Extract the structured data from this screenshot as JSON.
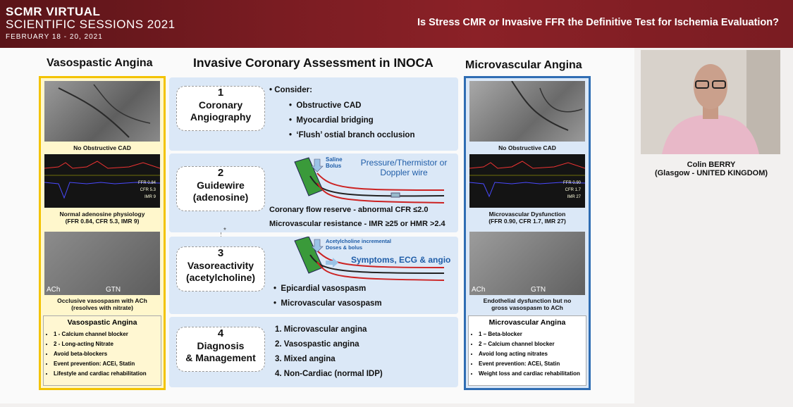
{
  "header": {
    "logo_line1": "SCMR VIRTUAL",
    "logo_line2": "SCIENTIFIC SESSIONS 2021",
    "logo_dates": "FEBRUARY 18 - 20, 2021",
    "session_title": "Is Stress CMR or Invasive FFR the Definitive Test for Ischemia Evaluation?"
  },
  "slide": {
    "left_title": "Vasospastic Angina",
    "center_title": "Invasive Coronary Assessment in INOCA",
    "right_title": "Microvascular Angina",
    "left": {
      "cap1": "No Obstructive CAD",
      "cap2a": "Normal adenosine physiology",
      "cap2b": "(FFR 0.84, CFR 5.3, IMR 9)",
      "ffr": "FFR 0.84",
      "cfr": "CFR 5.3",
      "imr": "IMR 9",
      "img_ach": "ACh",
      "img_gtn": "GTN",
      "cap3a": "Occlusive vasospasm with ACh",
      "cap3b": "(resolves with nitrate)",
      "box_title": "Vasospastic Angina",
      "box_items": [
        "1 - Calcium channel blocker",
        "2 - Long-acting Nitrate",
        "Avoid beta-blockers",
        "Event prevention: ACEi, Statin",
        "Lifestyle and cardiac rehabilitation"
      ]
    },
    "right": {
      "cap1": "No Obstructive CAD",
      "cap2a": "Microvascular Dysfunction",
      "cap2b": "(FFR 0.90, CFR 1.7, IMR 27)",
      "ffr": "FFR 0.90",
      "cfr": "CFR 1.7",
      "imr": "IMR 27",
      "img_ach": "ACh",
      "img_gtn": "GTN",
      "cap3a": "Endothelial dysfunction but no",
      "cap3b": "gross vasospasm to ACh",
      "box_title": "Microvascular Angina",
      "box_items": [
        "1 – Beta-blocker",
        "2 – Calcium channel blocker",
        "Avoid long acting nitrates",
        "Event prevention: ACEi, Statin",
        "Weight loss and cardiac rehabilitation"
      ]
    },
    "steps": [
      {
        "num": "1",
        "line1": "Coronary",
        "line2": "Angiography",
        "consider": "Consider:",
        "items": [
          "Obstructive CAD",
          "Myocardial bridging",
          "‘Flush’ ostial branch occlusion"
        ]
      },
      {
        "num": "2",
        "line1": "Guidewire",
        "line2": "(adenosine)",
        "saline": "Saline",
        "bolus": "Bolus",
        "wire1": "Pressure/Thermistor or",
        "wire2": "Doppler wire",
        "t1": "Coronary flow reserve - abnormal CFR ≤2.0",
        "t2": "Microvascular resistance - IMR ≥25 or HMR >2.4"
      },
      {
        "num": "3",
        "line1": "Vasoreactivity",
        "line2": "(acetylcholine)",
        "ach1": "Acetylcholine incremental",
        "ach2": "Doses & bolus",
        "sym": "Symptoms, ECG & angio",
        "items": [
          "Epicardial vasospasm",
          "Microvascular vasospasm"
        ]
      },
      {
        "num": "4",
        "line1": "Diagnosis",
        "line2": "& Management",
        "items": [
          "1.  Microvascular angina",
          "2.  Vasospastic angina",
          "3.  Mixed angina",
          "4.  Non-Cardiac (normal IDP)"
        ]
      }
    ],
    "asterisk": "*"
  },
  "speaker": {
    "name": "Colin BERRY",
    "affiliation": "(Glasgow - UNITED KINGDOM)"
  }
}
